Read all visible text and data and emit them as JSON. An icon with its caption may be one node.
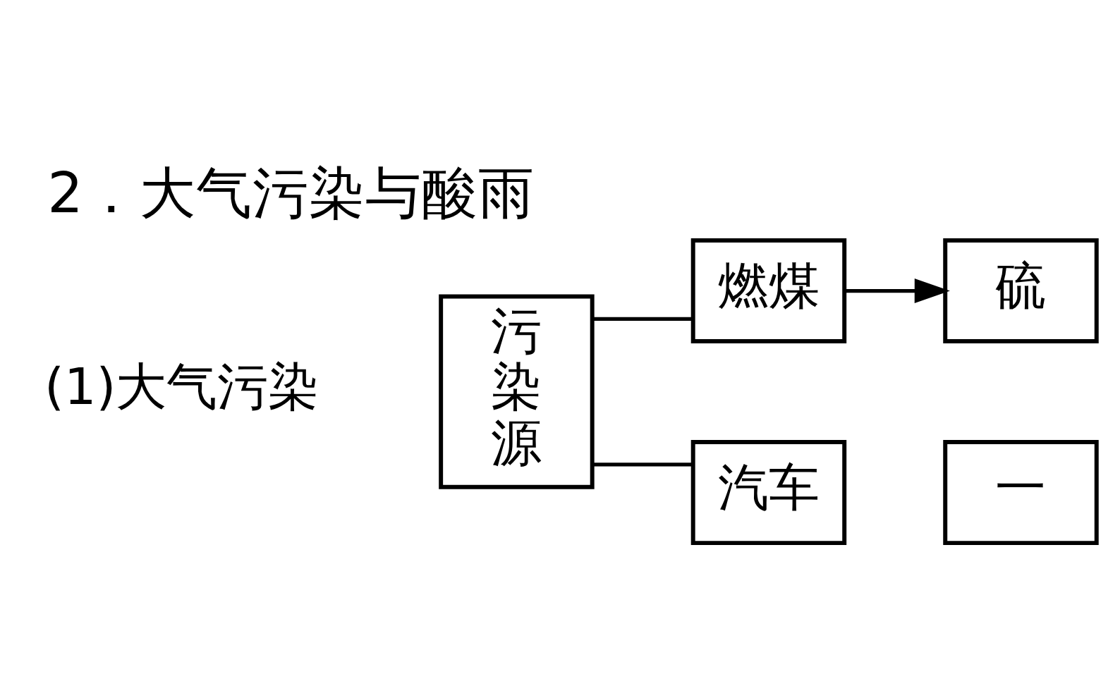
{
  "diagram": {
    "title": "2．大气污染与酸雨",
    "nodes": [
      {
        "text": [
          "污染源"
        ]
      },
      {
        "text": [
          "燃煤"
        ]
      },
      {
        "text": [
          "硫"
        ]
      },
      {
        "text": [
          "汽车"
        ]
      },
      {
        "text": [
          "一"
        ]
      }
    ],
    "edges": [
      {
        "from": 0,
        "to": 1,
        "arrow": "none"
      },
      {
        "from": 1,
        "to": 2,
        "arrow": "to"
      },
      {
        "from": 0,
        "to": 3,
        "arrow": "none"
      }
    ],
    "labels": [
      "(1)大气污染"
    ]
  }
}
